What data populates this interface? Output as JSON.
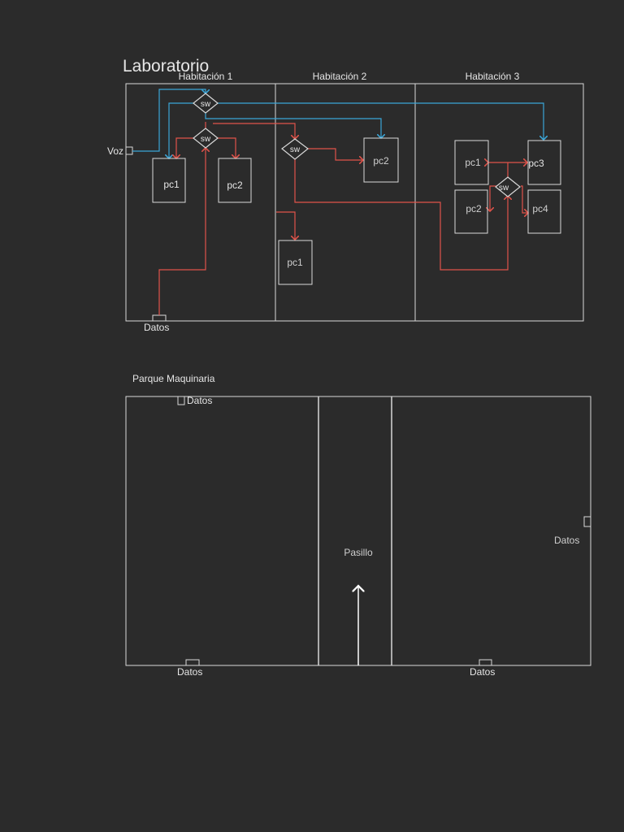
{
  "lab": {
    "title": "Laboratorio",
    "rooms": [
      "Habitación 1",
      "Habitación 2",
      "Habitación 3"
    ],
    "voice_label": "Voz",
    "data_label": "Datos",
    "switch_label": "sw",
    "r1_pcs": [
      "pc1",
      "pc2"
    ],
    "r2_pcs": [
      "pc2",
      "pc1"
    ],
    "r3_pcs": [
      "pc1",
      "pc3",
      "pc2",
      "pc4"
    ]
  },
  "park": {
    "title": "Parque Maquinaria",
    "corridor_label": "Pasillo",
    "data_labels": [
      "Datos",
      "Datos",
      "Datos",
      "Datos"
    ]
  },
  "colors": {
    "background": "#2b2b2b",
    "walls": "#d8d8d8",
    "voice_line": "#3aa6d8",
    "data_line": "#e0534a"
  }
}
